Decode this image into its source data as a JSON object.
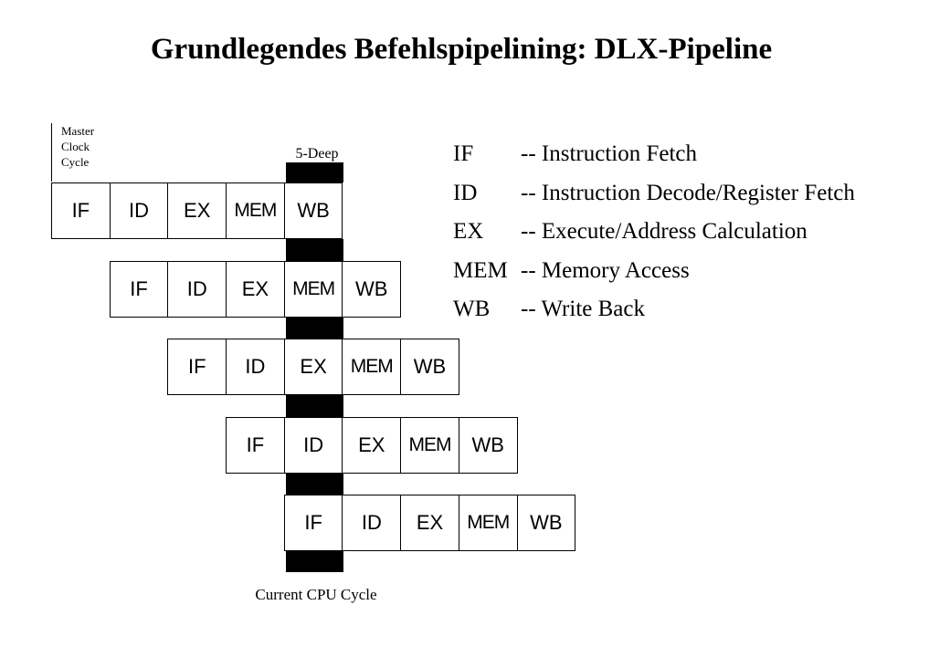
{
  "title": "Grundlegendes Befehlspipelining: DLX-Pipeline",
  "master_clock": [
    "Master",
    "Clock",
    "Cycle"
  ],
  "depth_label": "5-Deep",
  "current_cycle_label": "Current CPU Cycle",
  "stages": [
    "IF",
    "ID",
    "EX",
    "MEM",
    "WB"
  ],
  "instruction_count": 5,
  "legend": [
    {
      "abbr": "IF",
      "desc": "-- Instruction Fetch"
    },
    {
      "abbr": "ID",
      "desc": "-- Instruction Decode/Register Fetch"
    },
    {
      "abbr": "EX",
      "desc": "-- Execute/Address Calculation"
    },
    {
      "abbr": "MEM",
      "desc": "-- Memory Access"
    },
    {
      "abbr": "WB",
      "desc": "-- Write Back"
    }
  ]
}
